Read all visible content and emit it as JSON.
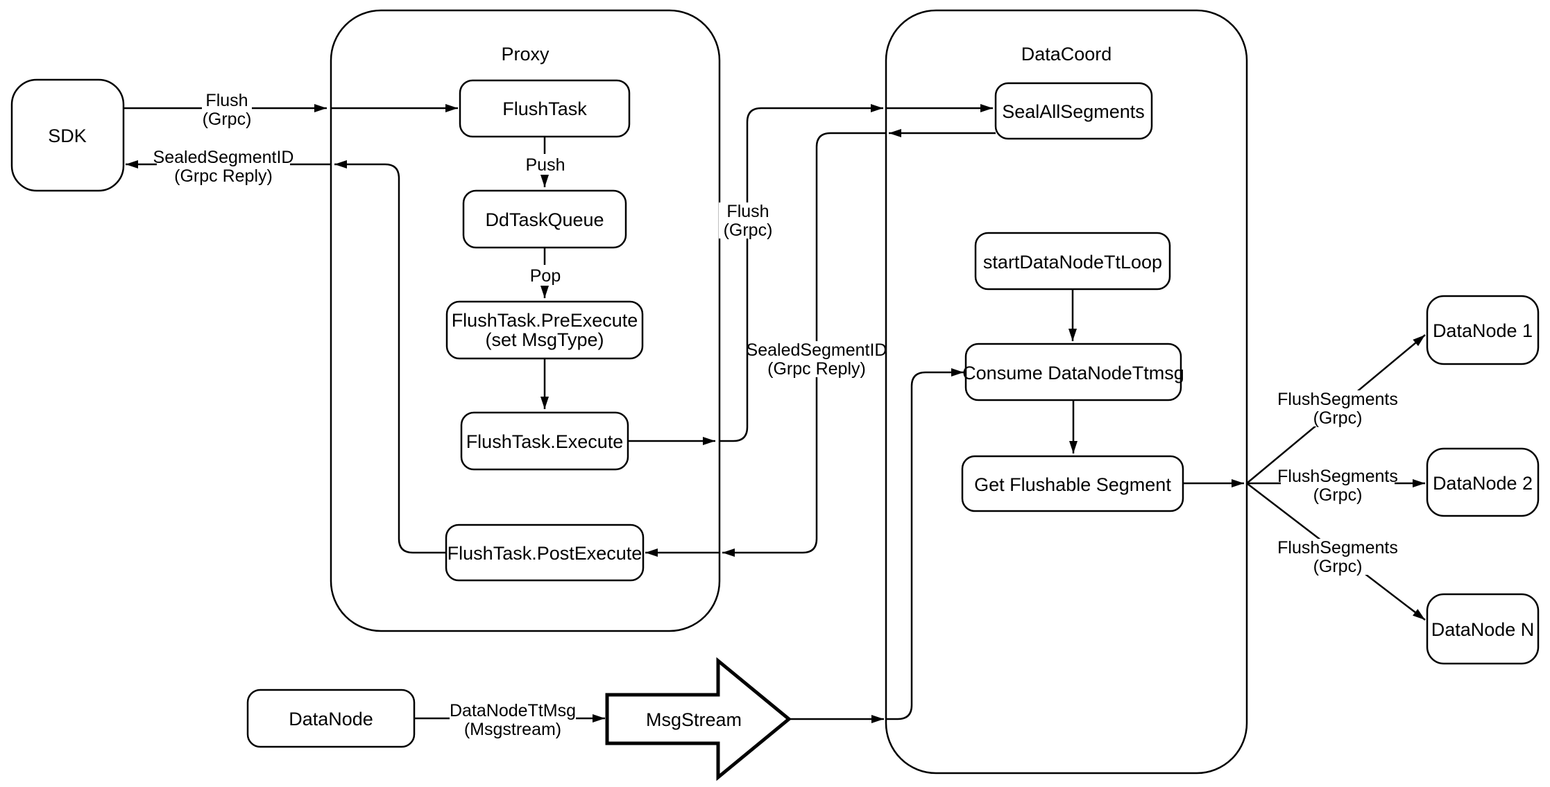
{
  "diagram_title": "Flush flow diagram",
  "colors": {
    "background": "#ffffff",
    "stroke": "#000000",
    "node_fill": "#ffffff"
  },
  "containers": {
    "proxy": "Proxy",
    "datacoord": "DataCoord"
  },
  "nodes": {
    "sdk": "SDK",
    "flush_task": "FlushTask",
    "dd_task_queue": "DdTaskQueue",
    "pre_execute_line1": "FlushTask.PreExecute",
    "pre_execute_line2": "(set MsgType)",
    "execute": "FlushTask.Execute",
    "post_execute": "FlushTask.PostExecute",
    "seal_all_segments": "SealAllSegments",
    "start_datanode_tt_loop": "startDataNodeTtLoop",
    "consume_datanode_ttmsg": "Consume DataNodeTtmsg",
    "get_flushable_segment": "Get Flushable Segment",
    "datanode_1": "DataNode 1",
    "datanode_2": "DataNode 2",
    "datanode_n": "DataNode N",
    "datanode": "DataNode",
    "msgstream": "MsgStream"
  },
  "edge_labels": {
    "sdk_flush_line1": "Flush",
    "sdk_flush_line2": "(Grpc)",
    "sdk_sealed_line1": "SealedSegmentID",
    "sdk_sealed_line2": "(Grpc Reply)",
    "push": "Push",
    "pop": "Pop",
    "coord_flush_line1": "Flush",
    "coord_flush_line2": "(Grpc)",
    "coord_sealed_line1": "SealedSegmentID",
    "coord_sealed_line2": "(Grpc Reply)",
    "flush_segments_1_line1": "FlushSegments",
    "flush_segments_1_line2": "(Grpc)",
    "flush_segments_2_line1": "FlushSegments",
    "flush_segments_2_line2": "(Grpc)",
    "flush_segments_3_line1": "FlushSegments",
    "flush_segments_3_line2": "(Grpc)",
    "datanode_ttmsg_line1": "DataNodeTtMsg",
    "datanode_ttmsg_line2": "(Msgstream)"
  }
}
